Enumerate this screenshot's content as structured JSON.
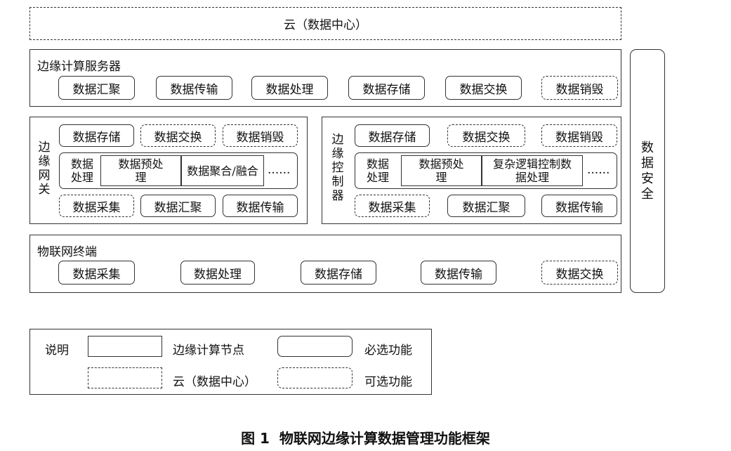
{
  "cloud": {
    "label": "云（数据中心）"
  },
  "edge_server": {
    "title": "边缘计算服务器",
    "functions": [
      "数据汇聚",
      "数据传输",
      "数据处理",
      "数据存储",
      "数据交换",
      "数据销毁"
    ]
  },
  "gateway": {
    "title": "边缘网关",
    "top": [
      "数据存储",
      "数据交换",
      "数据销毁"
    ],
    "processing": {
      "label": "数据处理",
      "sub1": "数据预处理",
      "sub2": "数据聚合/融合",
      "more": "......"
    },
    "bottom": [
      "数据采集",
      "数据汇聚",
      "数据传输"
    ]
  },
  "controller": {
    "title": "边缘控制器",
    "top": [
      "数据存储",
      "数据交换",
      "数据销毁"
    ],
    "processing": {
      "label": "数据处理",
      "sub1": "数据预处理",
      "sub2": "复杂逻辑控制数据处理",
      "more": "......"
    },
    "bottom": [
      "数据采集",
      "数据汇聚",
      "数据传输"
    ]
  },
  "terminal": {
    "title": "物联网终端",
    "functions": [
      "数据采集",
      "数据处理",
      "数据存储",
      "数据传输",
      "数据交换"
    ]
  },
  "security": {
    "label": "数据安全"
  },
  "legend": {
    "title": "说明",
    "items": [
      {
        "label": "边缘计算节点"
      },
      {
        "label": "必选功能"
      },
      {
        "label": "云（数据中心）"
      },
      {
        "label": "可选功能"
      }
    ]
  },
  "caption": "图 1  物联网边缘计算数据管理功能框架"
}
